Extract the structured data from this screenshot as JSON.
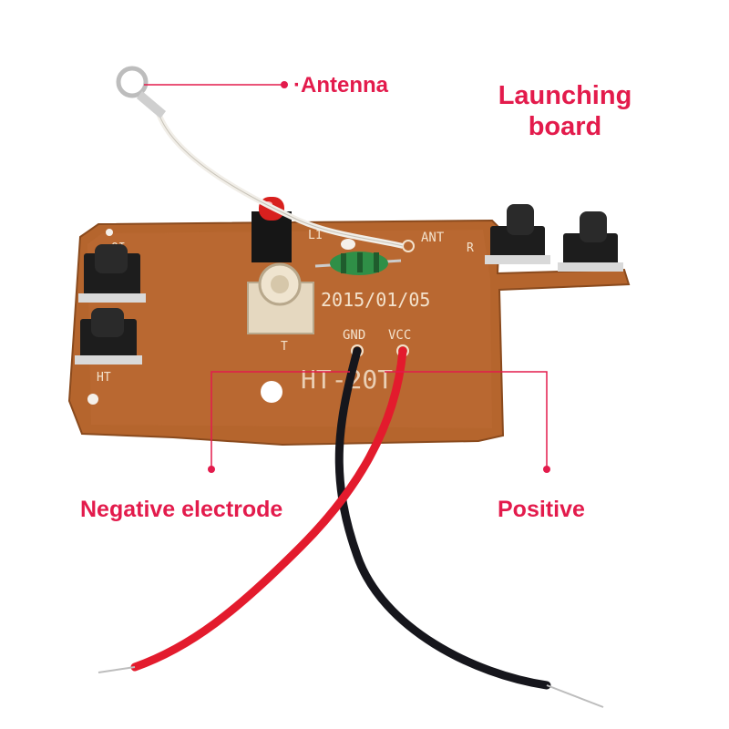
{
  "callouts": {
    "title_line1": "Launching",
    "title_line2": "board",
    "antenna": "Antenna",
    "negative": "Negative electrode",
    "positive": "Positive"
  },
  "board_silkscreen": {
    "date": "2015/01/05",
    "model": "HT-20T",
    "gnd": "GND",
    "vcc": "VCC",
    "ant": "ANT",
    "l1": "L1",
    "r": "R",
    "q": "QI",
    "ht": "HT",
    "t": "T"
  },
  "colors": {
    "callout": "#e31b4c",
    "board": "#b5652d",
    "wire_positive": "#e31b2d",
    "wire_negative": "#16161c",
    "antenna_wire": "#f1eee8"
  }
}
